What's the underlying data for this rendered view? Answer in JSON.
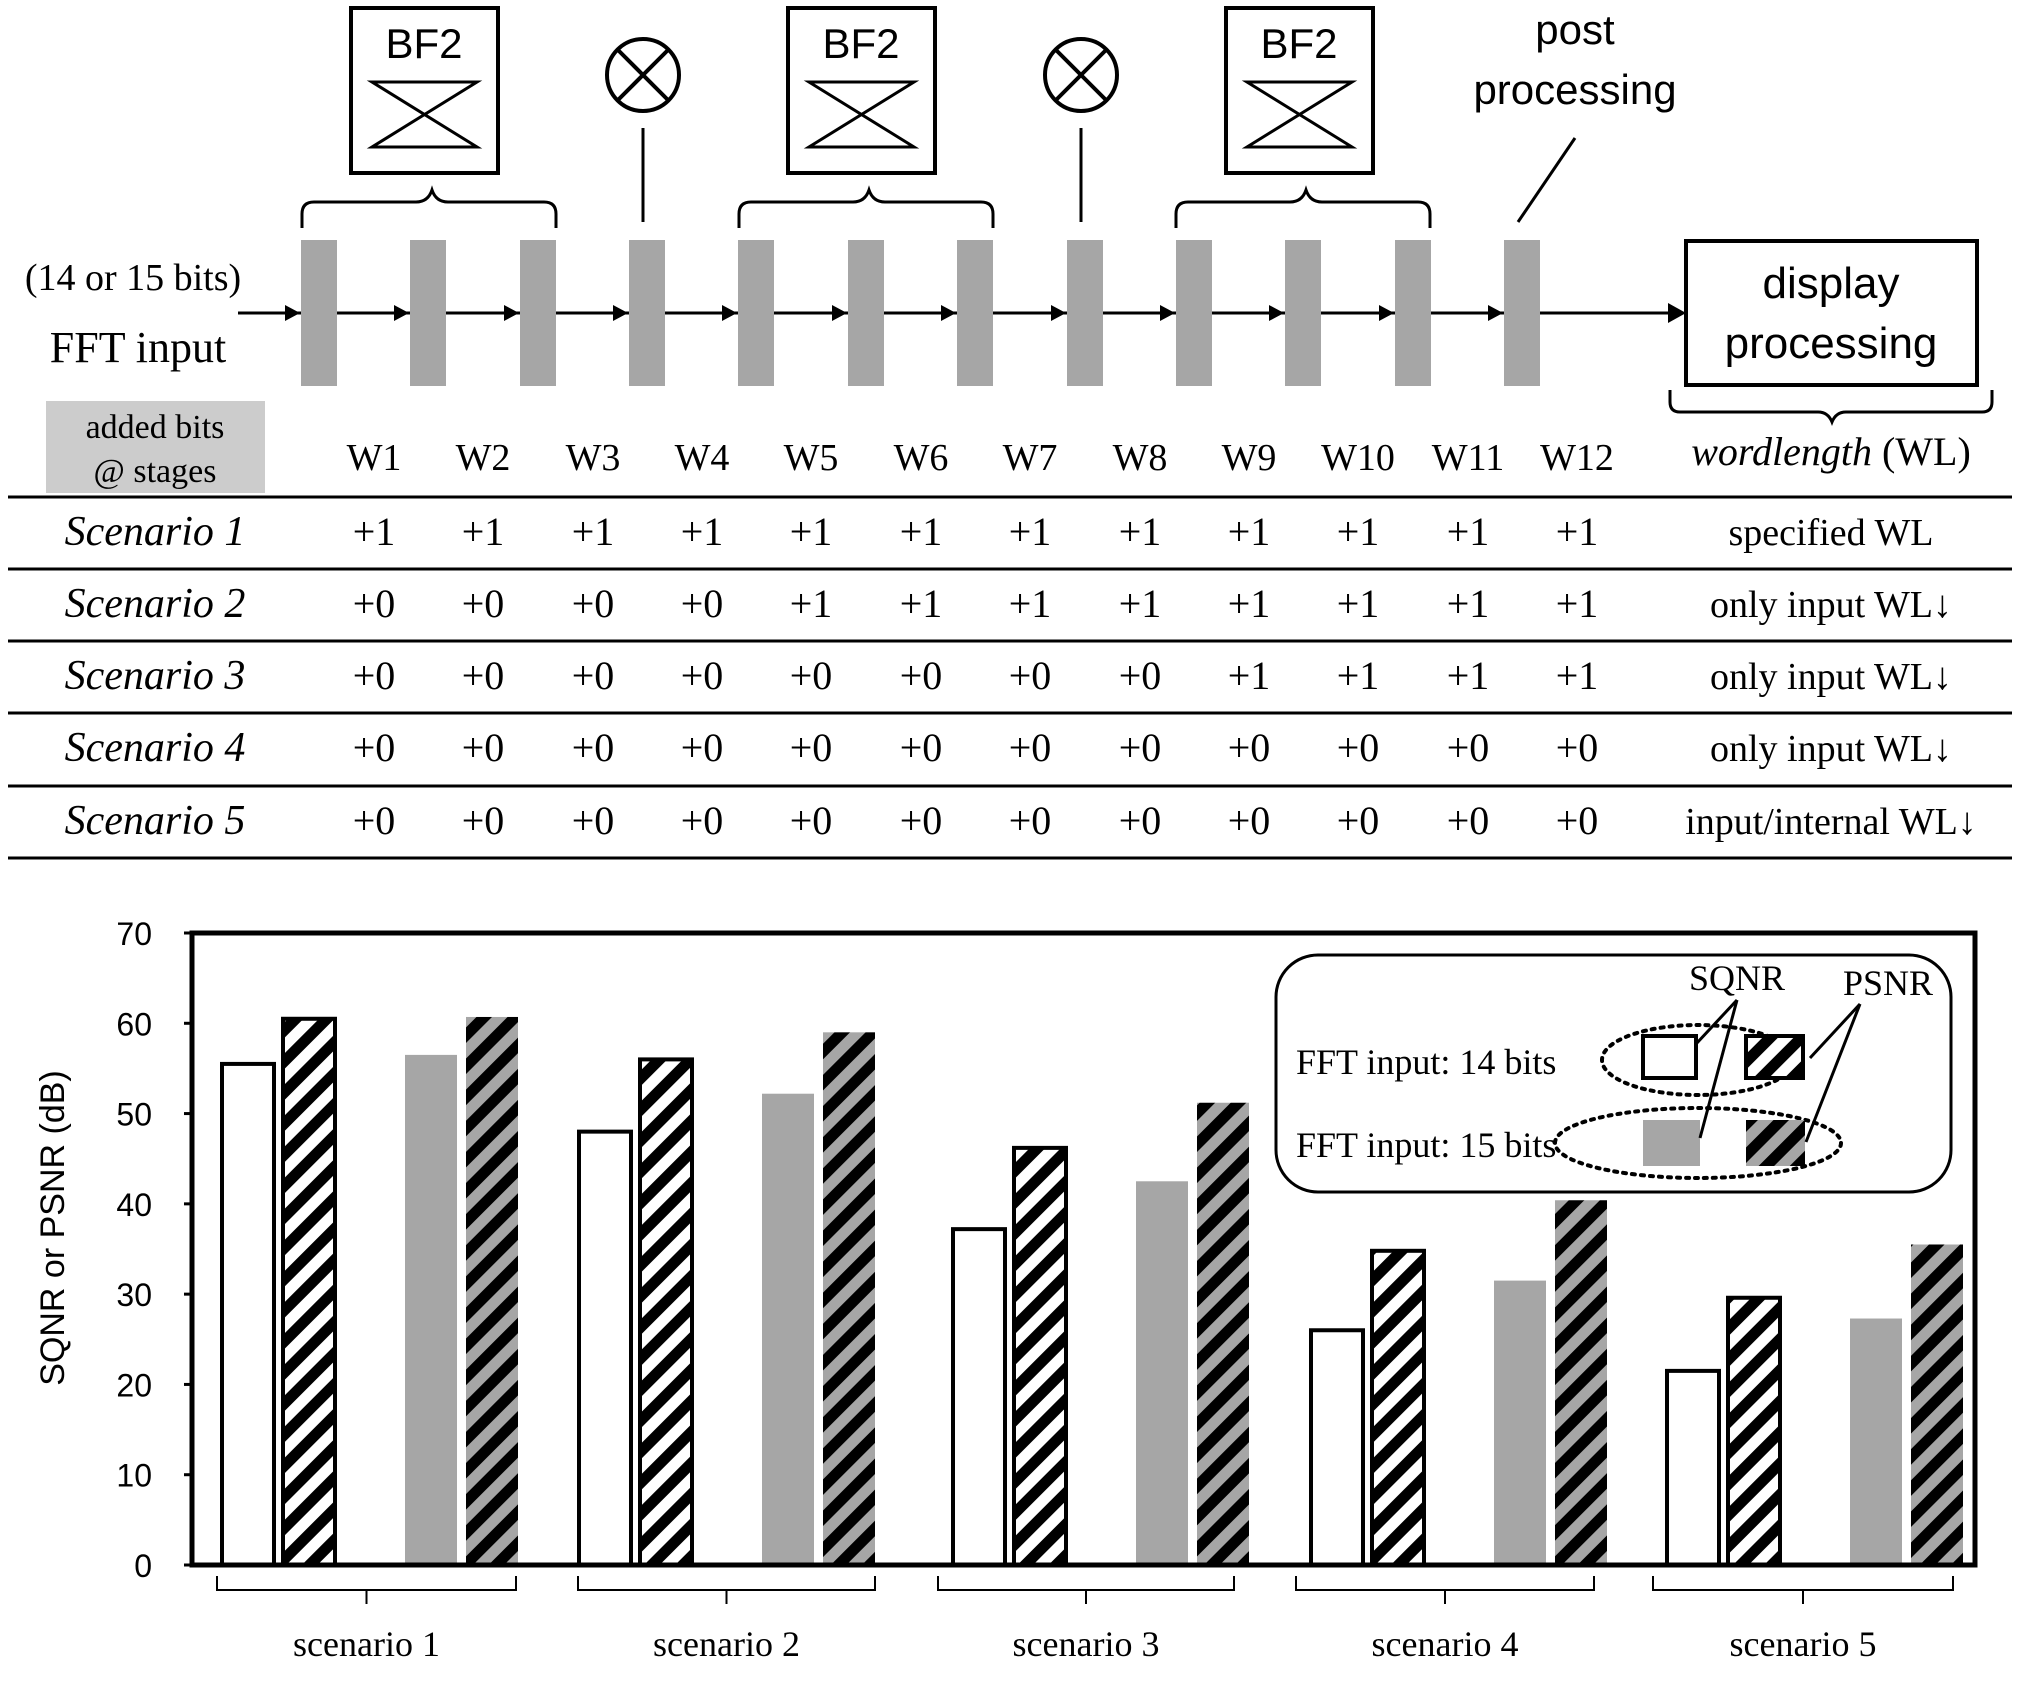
{
  "diagram": {
    "butterfly_label": "BF2",
    "post_processing": [
      "post",
      "processing"
    ],
    "display_processing": [
      "display",
      "processing"
    ],
    "input_label": [
      "(14 or 15 bits)",
      "FFT input"
    ],
    "multiplier_symbol": "⊗"
  },
  "table": {
    "header_label": [
      "added bits",
      "@ stages"
    ],
    "stages": [
      "W1",
      "W2",
      "W3",
      "W4",
      "W5",
      "W6",
      "W7",
      "W8",
      "W9",
      "W10",
      "W11",
      "W12"
    ],
    "wl_header_italic": "wordlength",
    "wl_header_rest": " (WL)",
    "rows": [
      {
        "name": "Scenario 1",
        "bits": [
          "+1",
          "+1",
          "+1",
          "+1",
          "+1",
          "+1",
          "+1",
          "+1",
          "+1",
          "+1",
          "+1",
          "+1"
        ],
        "note": "specified WL"
      },
      {
        "name": "Scenario 2",
        "bits": [
          "+0",
          "+0",
          "+0",
          "+0",
          "+1",
          "+1",
          "+1",
          "+1",
          "+1",
          "+1",
          "+1",
          "+1"
        ],
        "note": "only input WL↓"
      },
      {
        "name": "Scenario 3",
        "bits": [
          "+0",
          "+0",
          "+0",
          "+0",
          "+0",
          "+0",
          "+0",
          "+0",
          "+1",
          "+1",
          "+1",
          "+1"
        ],
        "note": "only input WL↓"
      },
      {
        "name": "Scenario 4",
        "bits": [
          "+0",
          "+0",
          "+0",
          "+0",
          "+0",
          "+0",
          "+0",
          "+0",
          "+0",
          "+0",
          "+0",
          "+0"
        ],
        "note": "only input WL↓"
      },
      {
        "name": "Scenario 5",
        "bits": [
          "+0",
          "+0",
          "+0",
          "+0",
          "+0",
          "+0",
          "+0",
          "+0",
          "+0",
          "+0",
          "+0",
          "+0"
        ],
        "note": "input/internal WL↓"
      }
    ]
  },
  "chart_data": {
    "type": "bar",
    "ylabel": "SQNR or PSNR (dB)",
    "ylim": [
      0,
      70
    ],
    "yticks": [
      0,
      10,
      20,
      30,
      40,
      50,
      60,
      70
    ],
    "categories": [
      "scenario 1",
      "scenario 2",
      "scenario 3",
      "scenario 4",
      "scenario 5"
    ],
    "series": [
      {
        "name": "SQNR",
        "input": "FFT input: 14 bits",
        "values": [
          55.5,
          48,
          37.2,
          26,
          21.5
        ]
      },
      {
        "name": "PSNR",
        "input": "FFT input: 14 bits",
        "values": [
          60.5,
          56,
          46.2,
          34.8,
          29.6
        ]
      },
      {
        "name": "SQNR",
        "input": "FFT input: 15 bits",
        "values": [
          56.5,
          52.2,
          42.5,
          31.5,
          27.3
        ]
      },
      {
        "name": "PSNR",
        "input": "FFT input: 15 bits",
        "values": [
          60.7,
          59,
          51.2,
          40.4,
          35.5
        ]
      }
    ],
    "legend": {
      "position": "top-right",
      "row_labels": [
        "FFT input: 14 bits",
        "FFT input: 15 bits"
      ],
      "col_labels": [
        "SQNR",
        "PSNR"
      ]
    },
    "colors": {
      "gray": "#a6a6a6",
      "black": "#000000",
      "white": "#ffffff"
    }
  }
}
